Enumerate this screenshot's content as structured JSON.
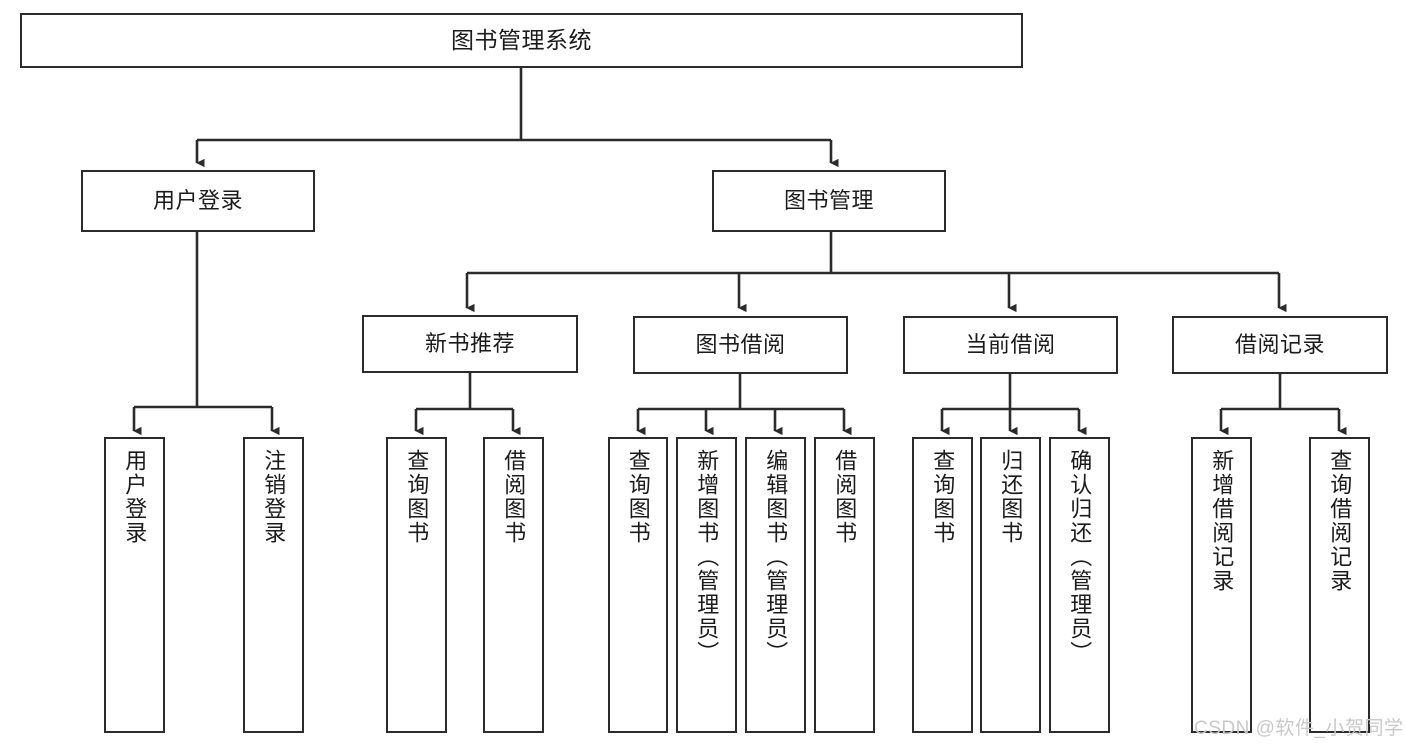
{
  "diagram": {
    "title": "图书管理系统",
    "type": "tree",
    "colors": {
      "box_border": "#2b2b2b",
      "box_fill": "#ffffff",
      "edge": "#2b2b2b",
      "text": "#1b1b1b",
      "watermark": "#c9c9c9",
      "background": "#ffffff"
    },
    "watermark": "CSDN @软件_小贺同学",
    "levels": {
      "root": {
        "label": "图书管理系统"
      },
      "level2": [
        {
          "id": "user-login",
          "label": "用户登录"
        },
        {
          "id": "book-management",
          "label": "图书管理"
        }
      ],
      "level3": [
        {
          "id": "new-book-recommend",
          "label": "新书推荐",
          "parent": "book-management"
        },
        {
          "id": "book-borrow",
          "label": "图书借阅",
          "parent": "book-management"
        },
        {
          "id": "current-borrow",
          "label": "当前借阅",
          "parent": "book-management"
        },
        {
          "id": "borrow-record",
          "label": "借阅记录",
          "parent": "book-management"
        }
      ],
      "leaves": [
        {
          "id": "leaf-user-login",
          "label": "用户登录",
          "parent": "user-login"
        },
        {
          "id": "leaf-logout-login",
          "label": "注销登录",
          "parent": "user-login"
        },
        {
          "id": "leaf-query-book-1",
          "label": "查询图书",
          "parent": "new-book-recommend"
        },
        {
          "id": "leaf-borrow-book-1",
          "label": "借阅图书",
          "parent": "new-book-recommend"
        },
        {
          "id": "leaf-query-book-2",
          "label": "查询图书",
          "parent": "book-borrow"
        },
        {
          "id": "leaf-add-book",
          "label": "新增图书（管理员）",
          "parent": "book-borrow"
        },
        {
          "id": "leaf-edit-book",
          "label": "编辑图书（管理员）",
          "parent": "book-borrow"
        },
        {
          "id": "leaf-borrow-book-2",
          "label": "借阅图书",
          "parent": "book-borrow"
        },
        {
          "id": "leaf-query-book-3",
          "label": "查询图书",
          "parent": "current-borrow"
        },
        {
          "id": "leaf-return-book",
          "label": "归还图书",
          "parent": "current-borrow"
        },
        {
          "id": "leaf-confirm-return",
          "label": "确认归还（管理员）",
          "parent": "current-borrow"
        },
        {
          "id": "leaf-add-record",
          "label": "新增借阅记录",
          "parent": "borrow-record"
        },
        {
          "id": "leaf-query-record",
          "label": "查询借阅记录",
          "parent": "borrow-record"
        }
      ]
    }
  }
}
